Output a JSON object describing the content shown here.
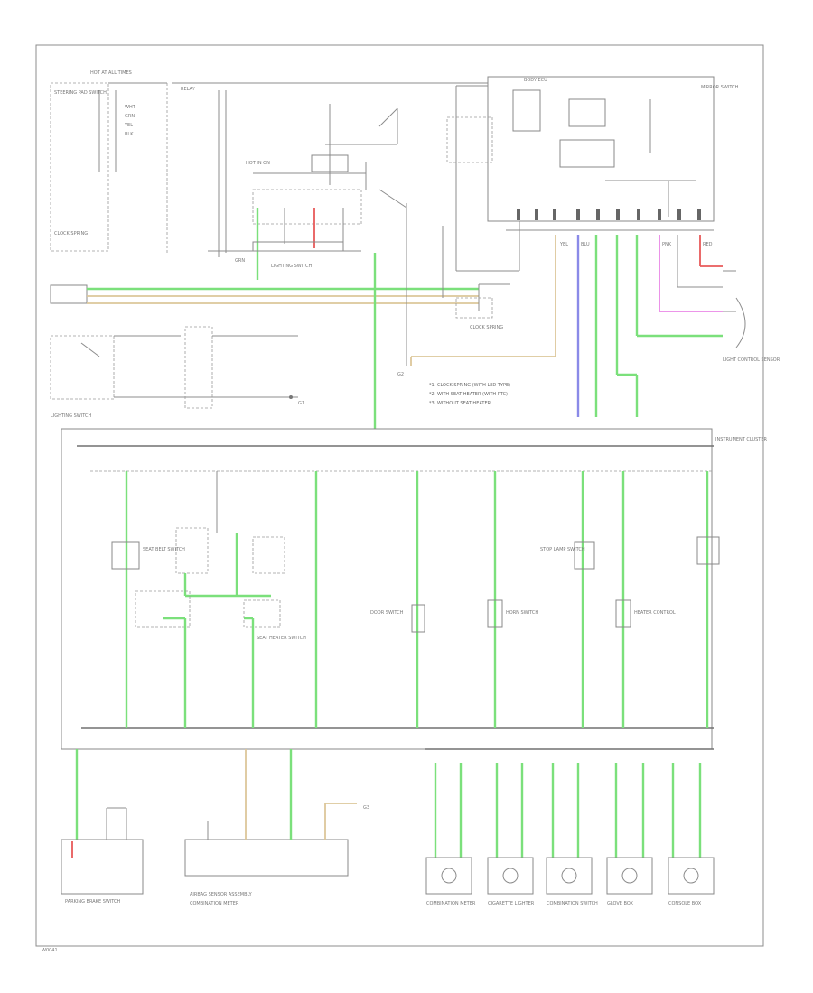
{
  "diagram": {
    "page_code": "W0041",
    "colors": {
      "green": "#7be07b",
      "tan": "#dcc79a",
      "blue": "#8a8ae8",
      "pink": "#e986e6",
      "red": "#e85a5a",
      "line": "#8c8c8c"
    },
    "notes": {
      "n1": "*1: CLOCK SPRING (WITH LED TYPE)",
      "n2": "*2: WITH SEAT HEATER (WITH PTC)",
      "n3": "*3: WITHOUT SEAT HEATER"
    },
    "labels": {
      "fuse_box_top": "HOT AT ALL TIMES",
      "fuse_box_mid": "HOT IN ON",
      "relay_label": "RELAY",
      "instrument": "INSTRUMENT CLUSTER",
      "lighting_sw": "LIGHTING SWITCH",
      "seat_heater_sw": "SEAT HEATER SWITCH",
      "body_ecu": "BODY ECU",
      "mirror_sw": "MIRROR SWITCH",
      "ground_left": "G1",
      "ground_mid": "G2",
      "ground_right": "G3",
      "ecu_bottom": "AIRBAG SENSOR ASSEMBLY",
      "ecu_bottom_sub": "COMBINATION METER",
      "bottom_left_comp": "PARKING BRAKE SWITCH",
      "comp_1": "SEAT BELT SWITCH",
      "comp_2": "DOOR SWITCH",
      "comp_3": "HORN SWITCH",
      "comp_4": "STOP LAMP SWITCH",
      "comp_5": "HEATER CONTROL",
      "bot_1": "COMBINATION METER",
      "bot_2": "CIGARETTE LIGHTER",
      "bot_3": "COMBINATION SWITCH",
      "bot_4": "GLOVE BOX",
      "bot_5": "CONSOLE BOX",
      "right_comp": "LIGHT CONTROL SENSOR",
      "left_comp_top": "STEERING PAD SWITCH",
      "left_mid": "CLOCK SPRING",
      "wire_g": "GRN",
      "wire_w": "WHT",
      "wire_y": "YEL",
      "wire_b": "BLK",
      "wire_l": "BLU",
      "wire_p": "PNK",
      "wire_r": "RED"
    }
  }
}
